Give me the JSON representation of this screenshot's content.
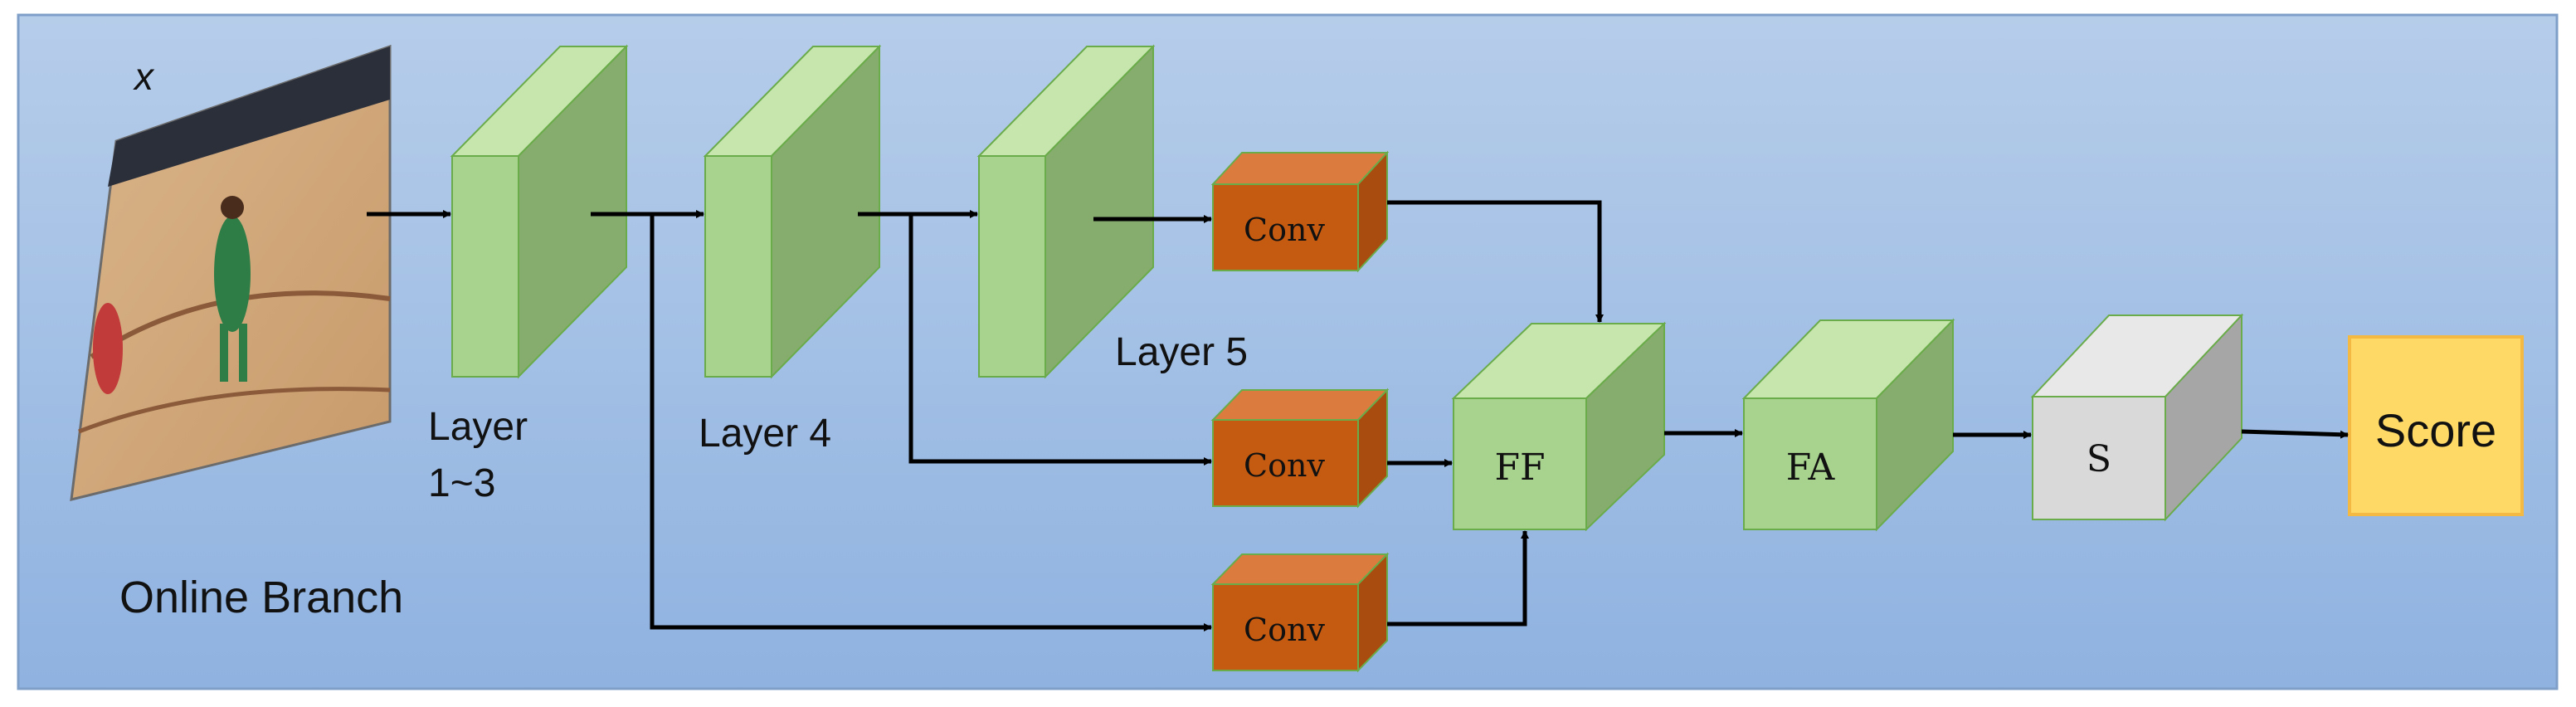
{
  "diagram": {
    "input_symbol": "x",
    "branch_label": "Online Branch",
    "layers": {
      "layer_1_3_line1": "Layer",
      "layer_1_3_line2": "1~3",
      "layer_4": "Layer 4",
      "layer_5": "Layer 5"
    },
    "conv_top": "Conv",
    "conv_middle": "Conv",
    "conv_bottom": "Conv",
    "ff": "FF",
    "fa": "FA",
    "s": "S",
    "score": "Score"
  },
  "colors": {
    "background_top": "#b6cdea",
    "background_bottom": "#8fb2e0",
    "layer_front": "#a8d38e",
    "layer_side": "#86ad6e",
    "layer_top": "#c6e6ae",
    "conv_front": "#c55a11",
    "conv_top": "#dc7b3e",
    "conv_side": "#a84d0f",
    "s_front": "#d9d9d9",
    "s_side": "#a6a6a6",
    "score_fill": "#ffd966",
    "score_border": "#f4b942"
  }
}
